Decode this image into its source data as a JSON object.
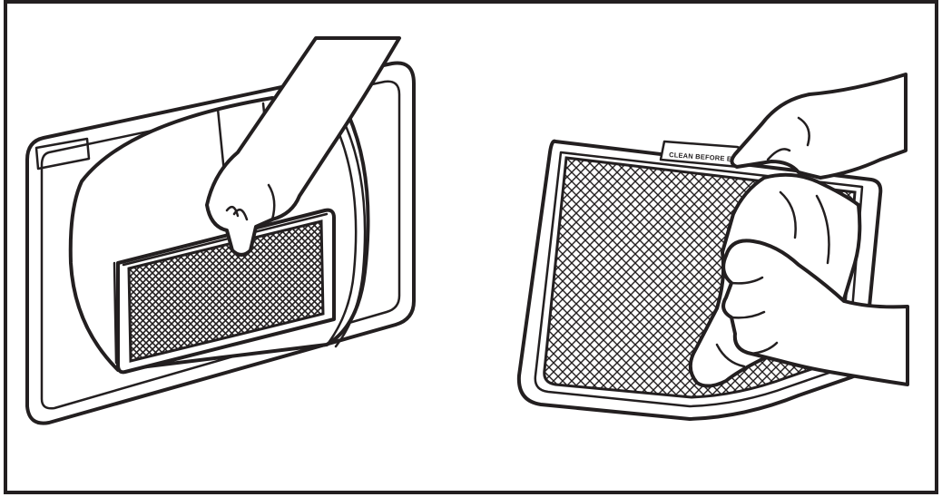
{
  "illustration": {
    "filter_tab_label": "CLEAN BEFORE E",
    "colors": {
      "ink": "#231f20",
      "background": "#ffffff",
      "mesh": "#3a3a3a"
    },
    "panels": [
      {
        "id": "remove-filter",
        "icon": "dryer-door-lint-filter-removal"
      },
      {
        "id": "clean-filter",
        "icon": "lint-filter-wiping-with-cloth"
      }
    ]
  }
}
